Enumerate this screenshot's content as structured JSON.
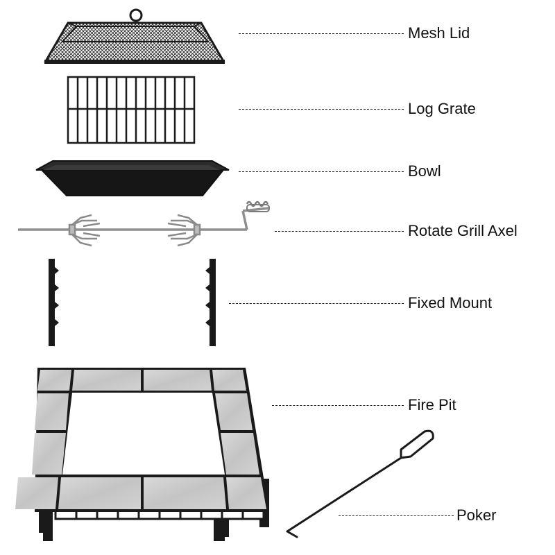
{
  "parts": [
    {
      "id": "mesh-lid",
      "label": "Mesh Lid"
    },
    {
      "id": "log-grate",
      "label": "Log Grate"
    },
    {
      "id": "bowl",
      "label": "Bowl"
    },
    {
      "id": "rotate-grill-axel",
      "label": "Rotate Grill Axel"
    },
    {
      "id": "fixed-mount",
      "label": "Fixed Mount"
    },
    {
      "id": "fire-pit",
      "label": "Fire Pit"
    },
    {
      "id": "poker",
      "label": "Poker"
    }
  ],
  "colors": {
    "metal": "#1a1a1a",
    "tile": "#c9c9c9",
    "tile_edge": "#8a8a8a",
    "steel": "#9a9a9a",
    "text": "#111111"
  }
}
